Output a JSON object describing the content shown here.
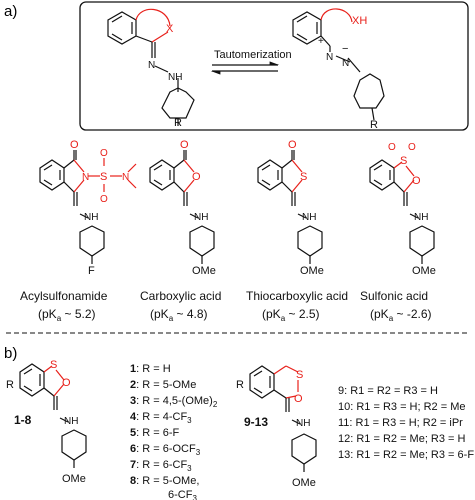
{
  "panel_a": {
    "letter": "a)",
    "ring_atom": "X",
    "ring_atom_h": "XH",
    "arrow_label": "Tautomerization",
    "plus": "+",
    "minus": "−",
    "r": "R",
    "nh": "N",
    "nh2": "N",
    "h": "H",
    "compounds": [
      {
        "substituent": "F",
        "name": "Acylsulfonamide",
        "pka": "(pK",
        "pka_sub": "a",
        "pka_val": " ~ 5.2)"
      },
      {
        "substituent": "OMe",
        "name": "Carboxylic acid",
        "pka": "(pK",
        "pka_sub": "a",
        "pka_val": " ~ 4.8)"
      },
      {
        "substituent": "OMe",
        "name": "Thiocarboxylic acid",
        "pka": "(pK",
        "pka_sub": "a",
        "pka_val": " ~ 2.5)"
      },
      {
        "substituent": "OMe",
        "name": "Sulfonic acid",
        "pka": "(pK",
        "pka_sub": "a",
        "pka_val": " ~ -2.6)"
      }
    ],
    "atoms": {
      "O": "O",
      "S": "S",
      "N": "N",
      "NH": "NH",
      "NNH": "N"
    }
  },
  "panel_b": {
    "letter": "b)",
    "series1_label": "1-8",
    "series2_label": "9-13",
    "substituent": "OMe",
    "r_label": "R",
    "r3_label": "R",
    "list1": [
      {
        "num": "1",
        "text": ": R = H"
      },
      {
        "num": "2",
        "text": ": R = 5-OMe"
      },
      {
        "num": "3",
        "text": ": R = 4,5-(OMe)"
      },
      {
        "num": "4",
        "text": ": R = 4-CF"
      },
      {
        "num": "5",
        "text": ": R = 6-F"
      },
      {
        "num": "6",
        "text": ": R = 6-OCF"
      },
      {
        "num": "7",
        "text": ": R = 6-CF"
      },
      {
        "num": "8",
        "text": ": R = 5-OMe,"
      },
      {
        "num": "",
        "text": "6-CF"
      }
    ],
    "list2": [
      {
        "num": "9",
        "text": ":   R"
      },
      {
        "num": "10",
        "text": ": R"
      },
      {
        "num": "11",
        "text": ": R"
      },
      {
        "num": "12",
        "text": ": R"
      },
      {
        "num": "13",
        "text": ": R"
      }
    ],
    "list2_full": [
      "9:   R1 = R2 = R3 = H",
      "10: R1 = R3 = H; R2 = Me",
      "11: R1 = R3 = H; R2 = iPr",
      "12: R1 = R2 = Me; R3 = H",
      "13: R1 = R2 = Me; R3 = 6-F"
    ]
  },
  "colors": {
    "red": "#e8211b",
    "black": "#111111",
    "gray": "#888888"
  }
}
